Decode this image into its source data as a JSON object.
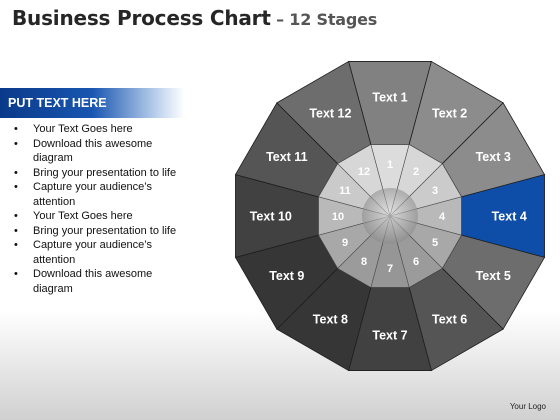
{
  "title": {
    "main": "Business Process Chart",
    "sub": " – 12 Stages"
  },
  "sidebar": {
    "heading": "PUT TEXT HERE",
    "bullets": [
      "Your Text Goes here",
      "Download this awesome diagram",
      "Bring your presentation to life",
      "Capture your audience’s attention",
      "Your Text Goes here",
      "Bring your presentation to life",
      "Capture your audience’s attention",
      "Download this awesome diagram"
    ]
  },
  "diagram": {
    "stages": [
      {
        "number": "1",
        "label": "Text 1"
      },
      {
        "number": "2",
        "label": "Text 2"
      },
      {
        "number": "3",
        "label": "Text 3"
      },
      {
        "number": "4",
        "label": "Text 4"
      },
      {
        "number": "5",
        "label": "Text 5"
      },
      {
        "number": "6",
        "label": "Text 6"
      },
      {
        "number": "7",
        "label": "Text 7"
      },
      {
        "number": "8",
        "label": "Text 8"
      },
      {
        "number": "9",
        "label": "Text 9"
      },
      {
        "number": "10",
        "label": "Text 10"
      },
      {
        "number": "11",
        "label": "Text 11"
      },
      {
        "number": "12",
        "label": "Text 12"
      }
    ],
    "highlighted_stage": "4",
    "colors": {
      "highlight": "#0f4ea8",
      "segment_dark": "#3a3a3a",
      "segment_light": "#8e8e8e"
    }
  },
  "footer": {
    "logo": "Your Logo"
  }
}
